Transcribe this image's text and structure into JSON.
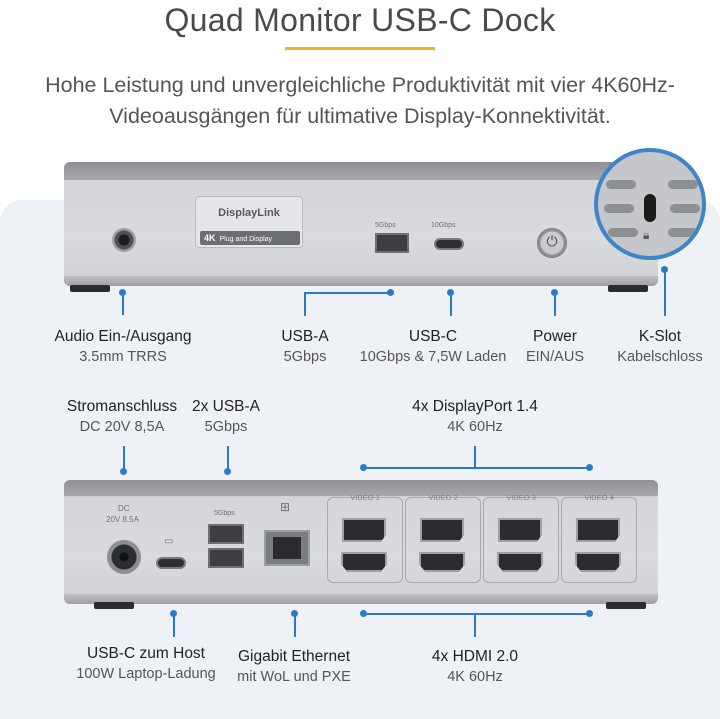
{
  "header": {
    "title": "Quad Monitor USB-C Dock",
    "subtitle_line1": "Hohe Leistung und unvergleichliche Produktivität mit vier 4K60Hz-",
    "subtitle_line2": "Videoausgängen für ultimative Display-Konnektivität."
  },
  "colors": {
    "accent_rule": "#f0b323",
    "callout": "#2a7bc4",
    "panel_bg": "#eef2f6"
  },
  "front": {
    "badge_top": "DisplayLink",
    "badge_4k": "4K",
    "badge_bottom": "Plug and Display",
    "usba_label": "5Gbps",
    "usbc_label": "10Gbps",
    "callouts": [
      {
        "title": "Audio Ein-/Ausgang",
        "sub": "3.5mm TRRS"
      },
      {
        "title": "USB-A",
        "sub": "5Gbps"
      },
      {
        "title": "USB-C",
        "sub": "10Gbps & 7,5W Laden"
      },
      {
        "title": "Power",
        "sub": "EIN/AUS"
      },
      {
        "title": "K-Slot",
        "sub": "Kabelschloss"
      }
    ]
  },
  "back": {
    "dc_label1": "DC",
    "dc_label2": "20V 8.5A",
    "usba_label": "5Gbps",
    "video_labels": [
      "VIDEO 1",
      "VIDEO 2",
      "VIDEO 3",
      "VIDEO 4"
    ],
    "top_callouts": [
      {
        "title": "Stromanschluss",
        "sub": "DC 20V 8,5A"
      },
      {
        "title": "2x USB-A",
        "sub": "5Gbps"
      },
      {
        "title": "4x DisplayPort 1.4",
        "sub": "4K 60Hz"
      }
    ],
    "bottom_callouts": [
      {
        "title": "USB-C zum Host",
        "sub": "100W Laptop-Ladung"
      },
      {
        "title": "Gigabit Ethernet",
        "sub": "mit WoL und PXE"
      },
      {
        "title": "4x HDMI 2.0",
        "sub": "4K 60Hz"
      }
    ]
  }
}
